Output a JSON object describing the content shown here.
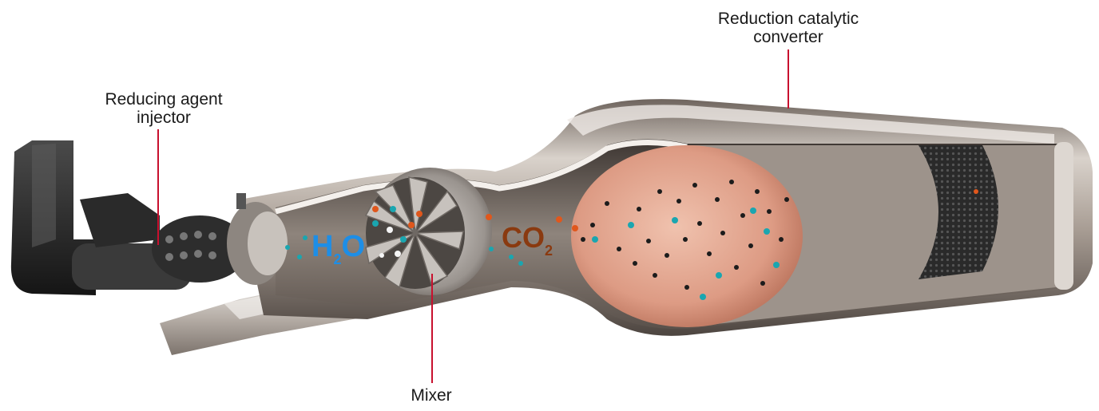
{
  "labels": {
    "injector_line1": "Reducing agent",
    "injector_line2": "injector",
    "catalyst_line1": "Reduction catalytic",
    "catalyst_line2": "converter",
    "mixer": "Mixer"
  },
  "chemicals": {
    "water": {
      "main": "H",
      "sub": "2",
      "tail": "O"
    },
    "carbon_dioxide": {
      "main": "CO",
      "sub": "2"
    }
  },
  "colors": {
    "leader_line": "#c8102e",
    "water_text": "#1e8ee6",
    "co2_text": "#8a3a10",
    "particle_teal": "#1aa6b0",
    "particle_orange": "#e0571c",
    "particle_dark": "#1c1c1c",
    "catalyst_face": "#e0a38c"
  }
}
